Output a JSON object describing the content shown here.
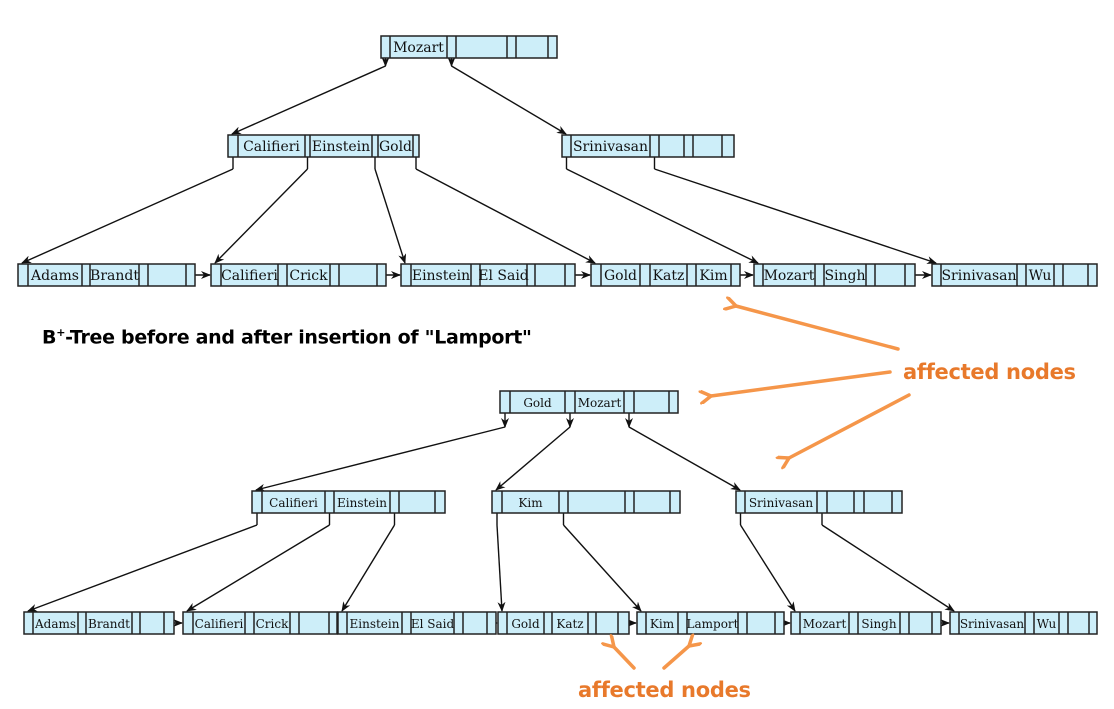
{
  "caption": {
    "prefix": "B",
    "superscript": "+",
    "text": "-Tree before and after insertion of \"Lamport\""
  },
  "annotations": [
    {
      "id": "annot-1",
      "label": "affected nodes",
      "color": "#e8792b"
    },
    {
      "id": "annot-2",
      "label": "affected nodes",
      "color": "#e8792b"
    }
  ],
  "colors": {
    "node_fill": "#cdeef9",
    "node_stroke": "#222222",
    "arrow_orange": "#f5964a"
  },
  "trees": [
    {
      "name": "before-insertion",
      "root": {
        "keys": [
          "Mozart",
          "",
          ""
        ]
      },
      "internal": [
        {
          "keys": [
            "Califieri",
            "Einstein",
            "Gold"
          ]
        },
        {
          "keys": [
            "Srinivasan",
            "",
            ""
          ]
        }
      ],
      "leaves": [
        {
          "keys": [
            "Adams",
            "Brandt",
            ""
          ]
        },
        {
          "keys": [
            "Califieri",
            "Crick",
            ""
          ]
        },
        {
          "keys": [
            "Einstein",
            "El Said",
            ""
          ]
        },
        {
          "keys": [
            "Gold",
            "Katz",
            "Kim"
          ]
        },
        {
          "keys": [
            "Mozart",
            "Singh",
            ""
          ]
        },
        {
          "keys": [
            "Srinivasan",
            "Wu",
            ""
          ]
        }
      ]
    },
    {
      "name": "after-insertion",
      "root": {
        "keys": [
          "Gold",
          "Mozart",
          ""
        ]
      },
      "internal": [
        {
          "keys": [
            "Califieri",
            "Einstein",
            ""
          ]
        },
        {
          "keys": [
            "Kim",
            "",
            ""
          ]
        },
        {
          "keys": [
            "Srinivasan",
            "",
            ""
          ]
        }
      ],
      "leaves": [
        {
          "keys": [
            "Adams",
            "Brandt",
            ""
          ]
        },
        {
          "keys": [
            "Califieri",
            "Crick",
            ""
          ]
        },
        {
          "keys": [
            "Einstein",
            "El Said",
            ""
          ]
        },
        {
          "keys": [
            "Gold",
            "Katz",
            ""
          ]
        },
        {
          "keys": [
            "Kim",
            "Lamport",
            ""
          ]
        },
        {
          "keys": [
            "Mozart",
            "Singh",
            ""
          ]
        },
        {
          "keys": [
            "Srinivasan",
            "Wu",
            ""
          ]
        }
      ]
    }
  ]
}
